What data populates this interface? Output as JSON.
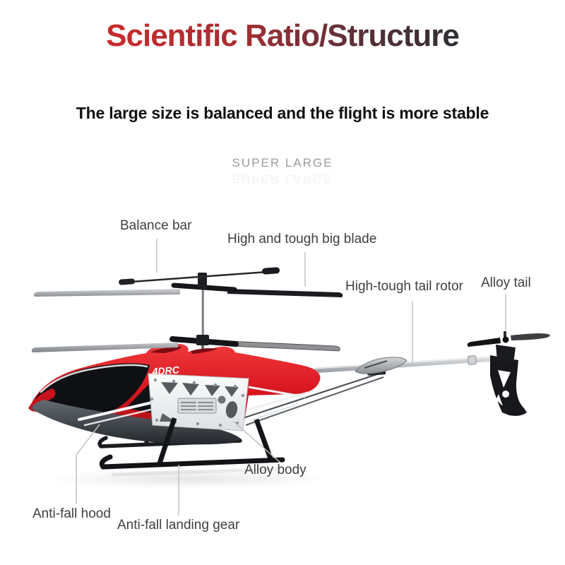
{
  "title": "Scientific Ratio/Structure",
  "subtitle": "The large size is balanced and the flight is more stable",
  "tagline": "SUPER LARGE",
  "labels": {
    "balance_bar": "Balance bar",
    "big_blade": "High and tough big blade",
    "tail_rotor": "High-tough tail rotor",
    "alloy_tail": "Alloy tail",
    "alloy_body": "Alloy body",
    "anti_fall_hood": "Anti-fall hood",
    "landing_gear": "Anti-fall landing gear"
  },
  "helicopter": {
    "logo": "4DRC"
  },
  "colors": {
    "title_grad_1": "#cf2b2c",
    "title_grad_2": "#a82d32",
    "title_grad_3": "#5e3138",
    "title_grad_4": "#2c2e33",
    "subtitle_text": "#101010",
    "tagline_text": "#9b9b9b",
    "label_text": "#3f3f3f",
    "callout_line": "#c2c2c2",
    "body_red": "#d8161f"
  }
}
